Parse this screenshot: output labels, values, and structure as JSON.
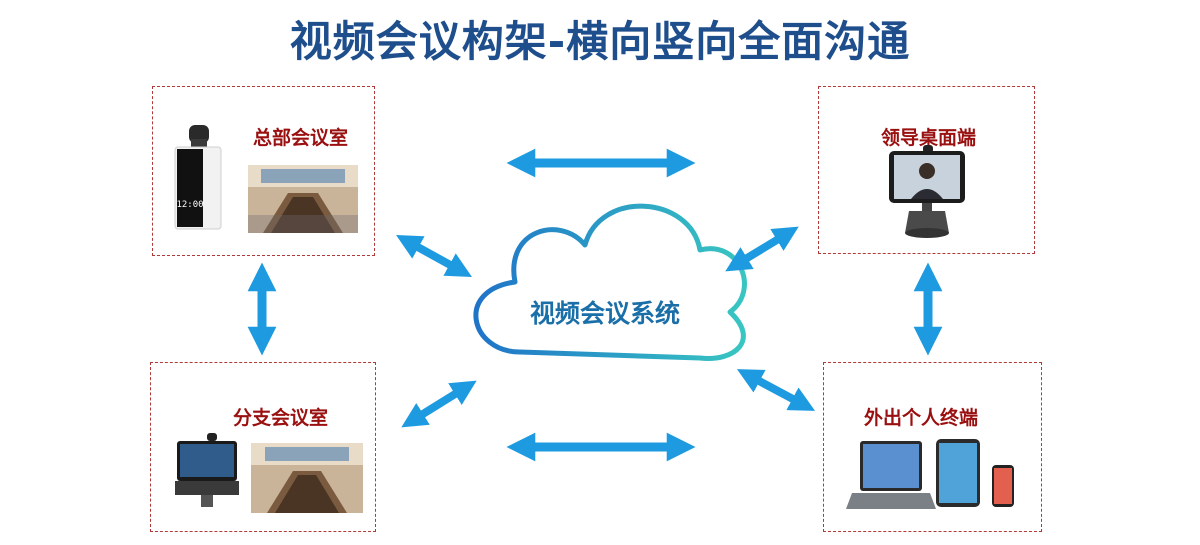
{
  "title": "视频会议构架-横向竖向全面沟通",
  "center": {
    "label": "视频会议系统"
  },
  "nodes": {
    "hq": {
      "label": "总部会议室"
    },
    "leader": {
      "label": "领导桌面端"
    },
    "branch": {
      "label": "分支会议室"
    },
    "mobile": {
      "label": "外出个人终端"
    }
  },
  "device": {
    "clock_text": "12:00"
  },
  "colors": {
    "title": "#1f4e8c",
    "arrow": "#1e9be0",
    "label": "#9a1010",
    "cloud": "#1b6fa8"
  }
}
